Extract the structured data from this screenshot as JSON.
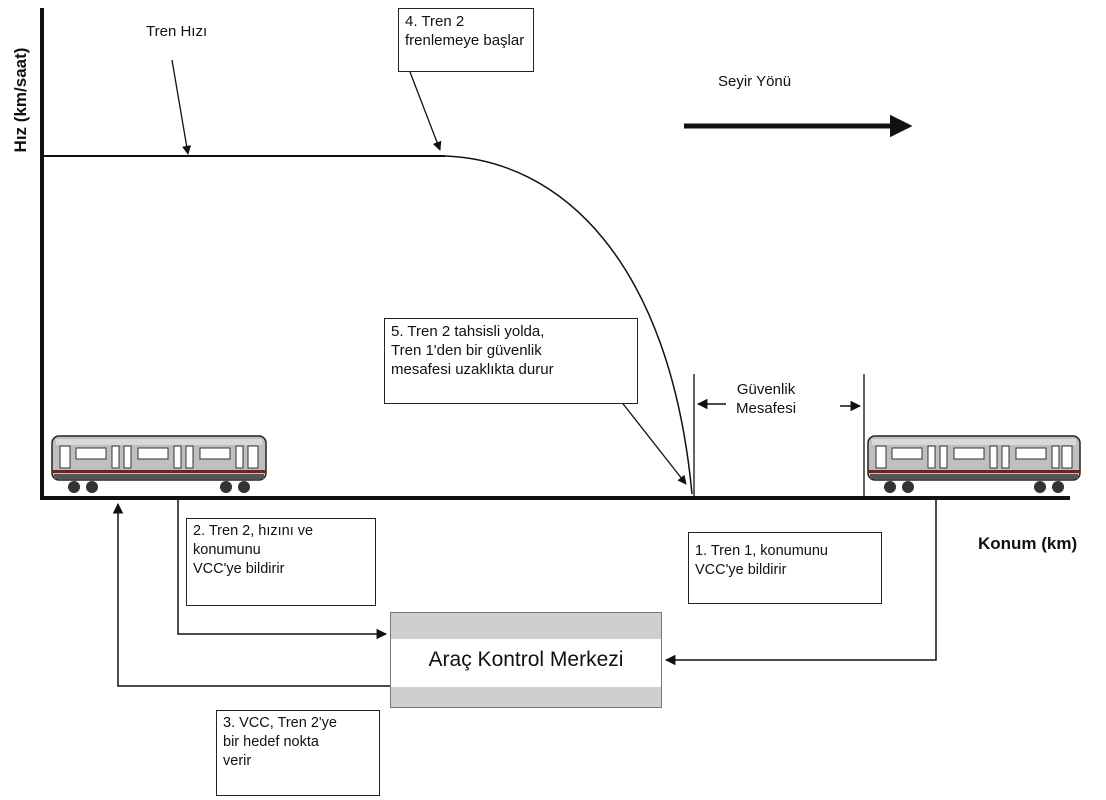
{
  "axes": {
    "y_label": "Hız (km/saat)",
    "x_label": "Konum (km)"
  },
  "labels": {
    "train_speed": "Tren Hızı",
    "direction": "Seyir Yönü",
    "safety_distance": [
      "Güvenlik",
      "Mesafesi"
    ]
  },
  "boxes": {
    "step4": [
      "4. Tren 2",
      "frenlemeye başlar"
    ],
    "step5": [
      "5. Tren 2 tahsisli yolda,",
      "Tren 1'den bir güvenlik",
      "mesafesi uzaklıkta durur"
    ],
    "step2": [
      "2. Tren 2, hızını ve",
      "konumunu",
      "VCC'ye bildirir"
    ],
    "step1": [
      "1. Tren 1, konumunu",
      "VCC'ye bildirir"
    ],
    "step3": [
      "3. VCC, Tren 2'ye",
      "bir hedef nokta",
      "verir"
    ]
  },
  "control_center": "Araç Kontrol Merkezi",
  "colors": {
    "train_body": "#bfbfbf",
    "train_roof": "#d9d9d9",
    "train_stripe": "#7a1e1e",
    "control_center_band": "#cfcfcf"
  }
}
